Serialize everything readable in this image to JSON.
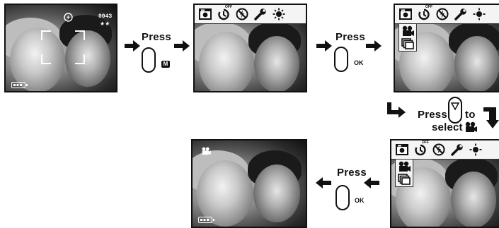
{
  "step1": {
    "frame_counter": "0043",
    "quality_stars": "★★",
    "flash_icon": "flash-auto-icon",
    "battery_icon": "battery-full-icon",
    "focus_icon": "focus-brackets-icon"
  },
  "step2_press": {
    "label": "Press",
    "key_label": "M"
  },
  "step2_screen": {
    "toolbar_icons": [
      "camera-icon",
      "self-timer-off-icon",
      "flash-off-icon",
      "wrench-icon",
      "white-balance-icon"
    ],
    "timer_badge": "OFF"
  },
  "step3_press": {
    "label": "Press",
    "key_label": "OK"
  },
  "step3_screen": {
    "toolbar_icons": [
      "camera-icon",
      "self-timer-off-icon",
      "flash-off-icon",
      "wrench-icon",
      "white-balance-icon"
    ],
    "timer_badge": "OFF",
    "submenu_icons": [
      "video-camera-icon",
      "burst-icon"
    ]
  },
  "step4_instruction": {
    "press": "Press",
    "to": "to",
    "select": "select",
    "key_icon": "down-triangle-icon",
    "target_icon": "video-camera-icon"
  },
  "step5_screen": {
    "toolbar_icons": [
      "camera-icon",
      "self-timer-off-icon",
      "flash-off-icon",
      "wrench-icon",
      "white-balance-icon"
    ],
    "timer_badge": "OFF",
    "submenu_icons": [
      "video-camera-icon",
      "burst-icon"
    ]
  },
  "step6_press": {
    "label": "Press",
    "key_label": "OK"
  },
  "step7_screen": {
    "mode_icon": "video-camera-icon",
    "battery_icon": "battery-full-icon"
  }
}
